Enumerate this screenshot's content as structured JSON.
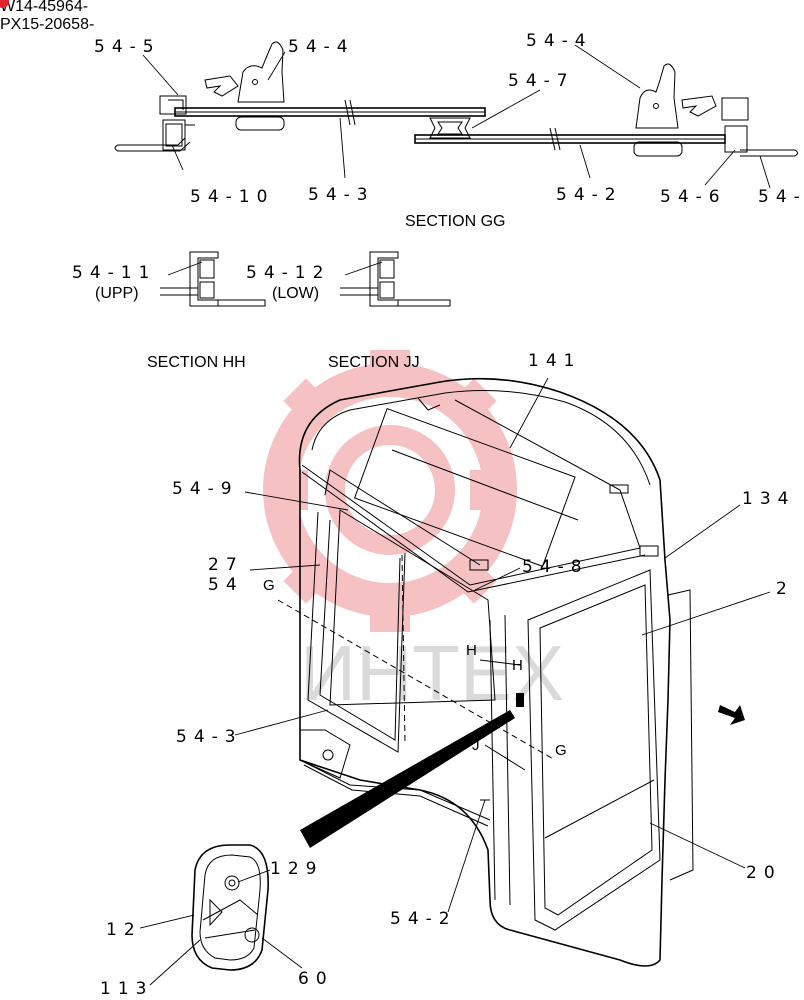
{
  "header": {
    "line1": "W14-45964-",
    "line2": "PX15-20658-"
  },
  "watermark": {
    "text": "ИНТЕХ",
    "color": "#e0242c"
  },
  "callouts": {
    "c54_5": "54-5",
    "c54_4a": "54-4",
    "c54_4b": "54-4",
    "c54_7": "54-7",
    "c54_10": "54-10",
    "c54_3a": "54-3",
    "c54_2a": "54-2",
    "c54_6": "54-6",
    "c54_edge": "54-",
    "c54_11": "54-11",
    "c54_12": "54-12",
    "c141": "141",
    "c54_9": "54-9",
    "c134": "134",
    "c27": "27",
    "c54": "54",
    "c54_8": "54-8",
    "c2": "2",
    "c54_3b": "54-3",
    "c20": "20",
    "c129": "129",
    "c12": "12",
    "c54_2b": "54-2",
    "c113": "113",
    "c60": "60"
  },
  "sections": {
    "gg": "SECTION GG",
    "hh": "SECTION HH",
    "jj": "SECTION JJ"
  },
  "variants": {
    "upp": "(UPP)",
    "low": "(LOW)"
  },
  "cut_markers": {
    "g_top": "G",
    "h_left": "H",
    "h_right": "H",
    "j_bottom": "J",
    "g_bottom": "G"
  }
}
